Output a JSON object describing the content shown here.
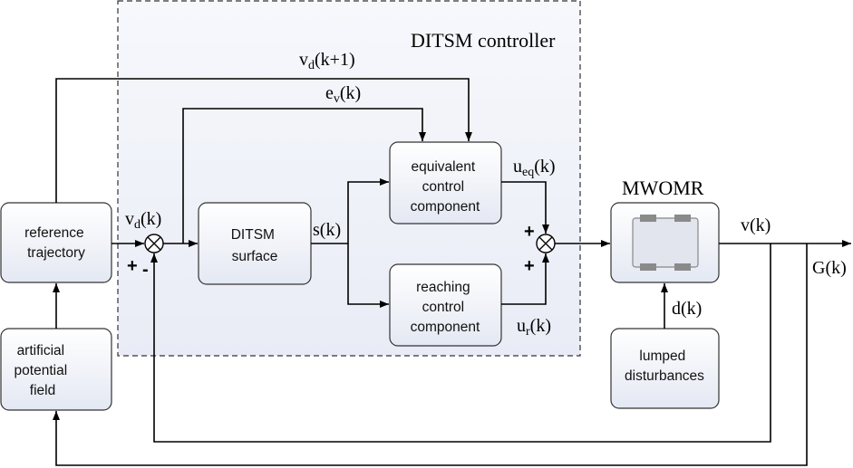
{
  "controller": {
    "title": "DITSM controller"
  },
  "blocks": {
    "reference_trajectory": [
      "reference",
      "trajectory"
    ],
    "artificial_potential_field": [
      "artificial",
      "potential",
      "field"
    ],
    "ditsm_surface": [
      "DITSM",
      "surface"
    ],
    "equivalent_control": [
      "equivalent",
      "control",
      "component"
    ],
    "reaching_control": [
      "reaching",
      "control",
      "component"
    ],
    "plant_title": "MWOMR",
    "lumped_disturbances": [
      "lumped",
      "disturbances"
    ]
  },
  "signals": {
    "vd_next": {
      "base": "v",
      "sub": "d",
      "tail": "(k+1)"
    },
    "ev": {
      "base": "e",
      "sub": "v",
      "tail": "(k)"
    },
    "vd": {
      "base": "v",
      "sub": "d",
      "tail": "(k)"
    },
    "s": "s(k)",
    "ueq": {
      "base": "u",
      "sub": "eq",
      "tail": "(k)"
    },
    "ur": {
      "base": "u",
      "sub": "r",
      "tail": "(k)"
    },
    "v": "v(k)",
    "d": "d(k)",
    "G": "G(k)"
  },
  "signs": {
    "sum1_plus": "+",
    "sum1_minus": "-",
    "sum2_top": "+",
    "sum2_bottom": "+"
  },
  "colors": {
    "box_top": "#ffffff",
    "box_bottom": "#e4e8f3",
    "region_top": "#ffffff",
    "region_bottom": "#eaedf7"
  }
}
